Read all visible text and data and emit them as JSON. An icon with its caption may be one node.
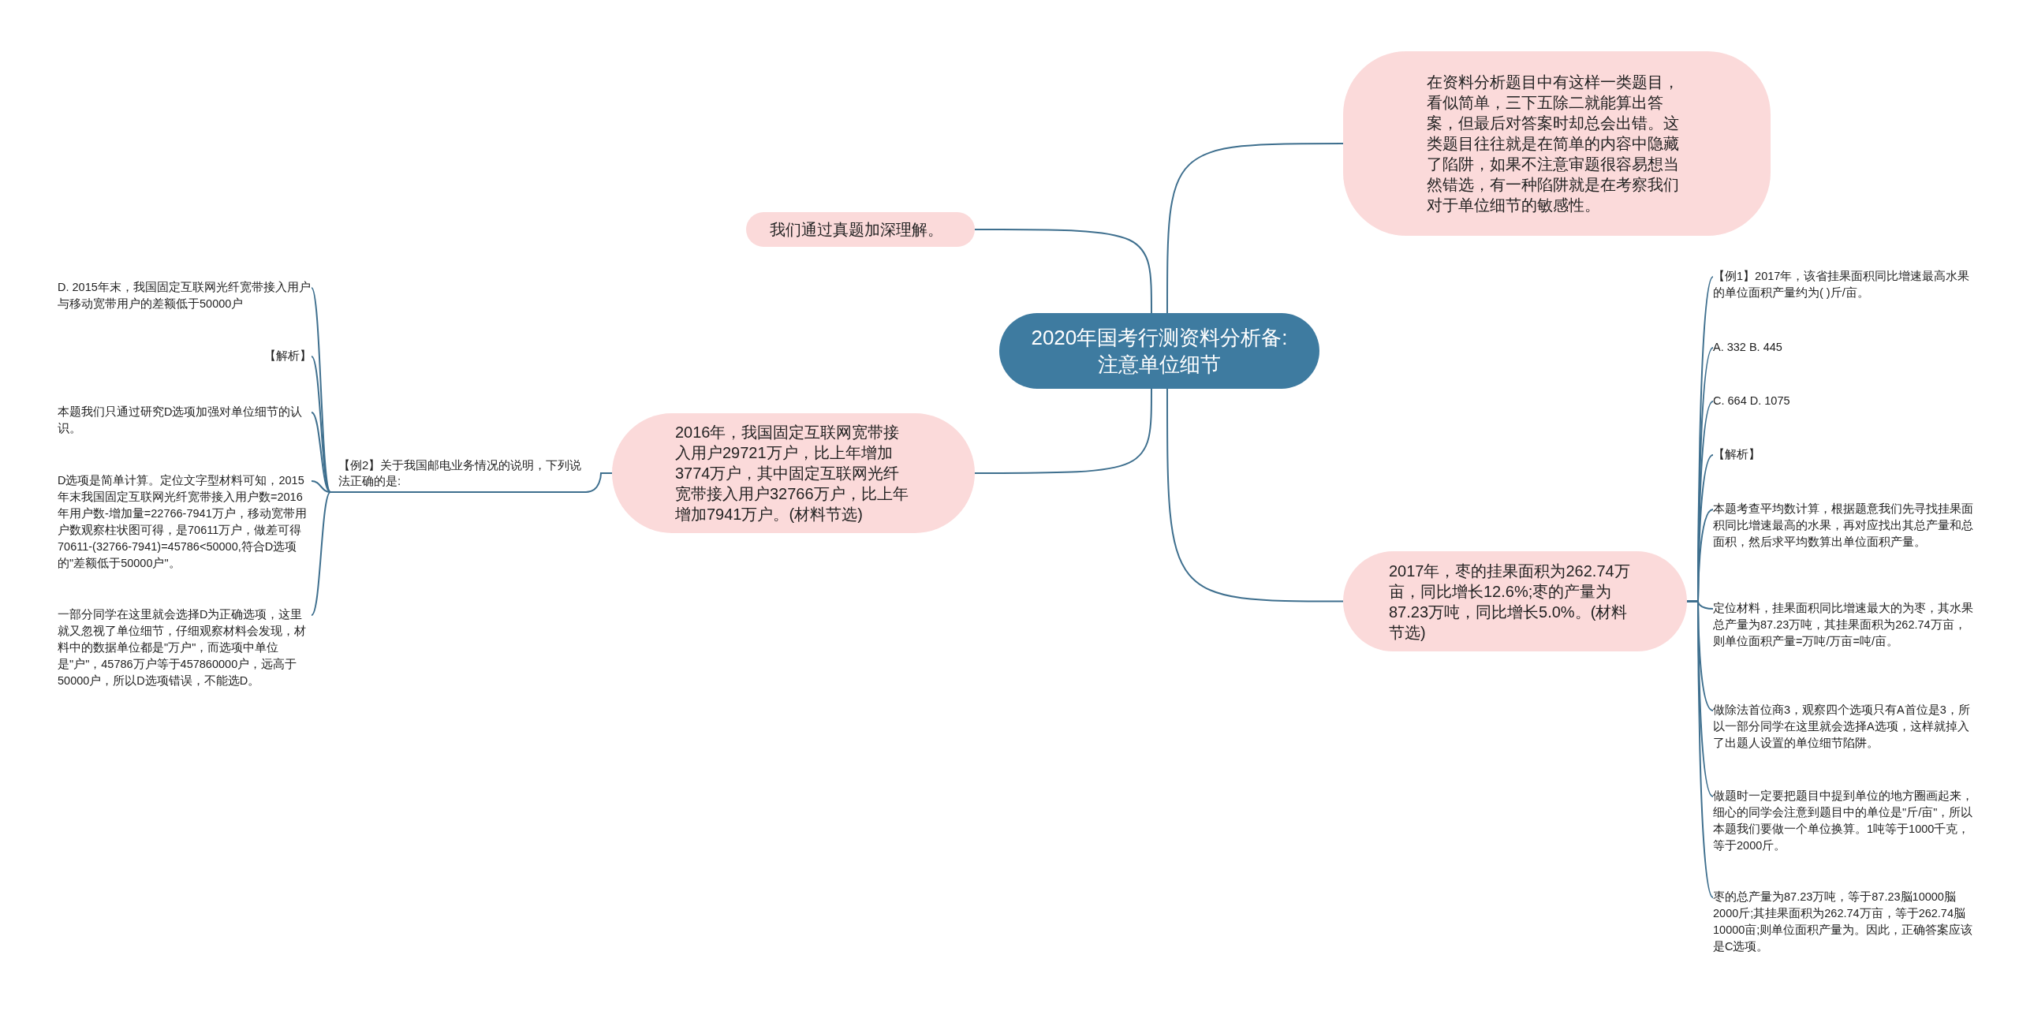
{
  "diagram": {
    "nodes": [
      {
        "text": [
          "2020年国考行测资料分析备:注意单位细节"
        ]
      },
      {
        "text": [
          "在资料分析题目中有这样一类题目，看似简单，三下五除二就能算出答案，但最后对答案时却总会出错。这类题目往往就是在简单的内容中隐藏了陷阱，如果不注意审题很容易想当然错选，有一种陷阱就是在考察我们对于单位细节的敏感性。"
        ]
      },
      {
        "text": [
          "我们通过真题加深理解。"
        ]
      },
      {
        "text": [
          "2016年，我国固定互联网宽带接入用户29721万户，比上年增加3774万户，其中固定互联网光纤宽带接入用户32766万户，比上年增加7941万户。(材料节选)"
        ]
      },
      {
        "text": [
          "【例2】关于我国邮电业务情况的说明，下列说法正确的是:"
        ]
      },
      {
        "text": [
          "D. 2015年末，我国固定互联网光纤宽带接入用户与移动宽带用户的差额低于50000户"
        ]
      },
      {
        "text": [
          "【解析】"
        ]
      },
      {
        "text": [
          "本题我们只通过研究D选项加强对单位细节的认识。"
        ]
      },
      {
        "text": [
          "D选项是简单计算。定位文字型材料可知，2015年末我国固定互联网光纤宽带接入用户数=2016年用户数-增加量=22766-7941万户，移动宽带用户数观察柱状图可得，是70611万户，做差可得70611-(32766-7941)=45786<50000,符合D选项的\"差额低于50000户\"。"
        ]
      },
      {
        "text": [
          "一部分同学在这里就会选择D为正确选项，这里就又忽视了单位细节，仔细观察材料会发现，材料中的数据单位都是\"万户\"，而选项中单位是\"户\"，45786万户等于457860000户，远高于50000户，所以D选项错误，不能选D。"
        ]
      },
      {
        "text": [
          "2017年，枣的挂果面积为262.74万亩，同比增长12.6%;枣的产量为87.23万吨，同比增长5.0%。(材料节选)"
        ]
      },
      {
        "text": [
          "【例1】2017年，该省挂果面积同比增速最高水果的单位面积产量约为( )斤/亩。"
        ]
      },
      {
        "text": [
          "A. 332 B. 445"
        ]
      },
      {
        "text": [
          "C. 664 D. 1075"
        ]
      },
      {
        "text": [
          "【解析】"
        ]
      },
      {
        "text": [
          "本题考查平均数计算，根据题意我们先寻找挂果面积同比增速最高的水果，再对应找出其总产量和总面积，然后求平均数算出单位面积产量。"
        ]
      },
      {
        "text": [
          "定位材料，挂果面积同比增速最大的为枣，其水果总产量为87.23万吨，其挂果面积为262.74万亩，则单位面积产量=万吨/万亩=吨/亩。"
        ]
      },
      {
        "text": [
          "做除法首位商3，观察四个选项只有A首位是3，所以一部分同学在这里就会选择A选项，这样就掉入了出题人设置的单位细节陷阱。"
        ]
      },
      {
        "text": [
          "做题时一定要把题目中提到单位的地方圈画起来，细心的同学会注意到题目中的单位是\"斤/亩\"，所以本题我们要做一个单位换算。1吨等于1000千克，等于2000斤。"
        ]
      },
      {
        "text": [
          "枣的总产量为87.23万吨，等于87.23脳10000脳2000斤;其挂果面积为262.74万亩，等于262.74脳10000亩;则单位面积产量为。因此，正确答案应该是C选项。"
        ]
      }
    ],
    "edges": [
      {
        "from": 0,
        "to": 1,
        "arrow": "none"
      },
      {
        "from": 0,
        "to": 2,
        "arrow": "none"
      },
      {
        "from": 0,
        "to": 3,
        "arrow": "none"
      },
      {
        "from": 0,
        "to": 10,
        "arrow": "none"
      },
      {
        "from": 3,
        "to": 4,
        "arrow": "none"
      },
      {
        "from": 4,
        "to": 5,
        "arrow": "none"
      },
      {
        "from": 4,
        "to": 6,
        "arrow": "none"
      },
      {
        "from": 4,
        "to": 7,
        "arrow": "none"
      },
      {
        "from": 4,
        "to": 8,
        "arrow": "none"
      },
      {
        "from": 4,
        "to": 9,
        "arrow": "none"
      },
      {
        "from": 10,
        "to": 11,
        "arrow": "none"
      },
      {
        "from": 10,
        "to": 12,
        "arrow": "none"
      },
      {
        "from": 10,
        "to": 13,
        "arrow": "none"
      },
      {
        "from": 10,
        "to": 14,
        "arrow": "none"
      },
      {
        "from": 10,
        "to": 15,
        "arrow": "none"
      },
      {
        "from": 10,
        "to": 16,
        "arrow": "none"
      },
      {
        "from": 10,
        "to": 17,
        "arrow": "none"
      },
      {
        "from": 10,
        "to": 18,
        "arrow": "none"
      },
      {
        "from": 10,
        "to": 19,
        "arrow": "none"
      }
    ]
  }
}
